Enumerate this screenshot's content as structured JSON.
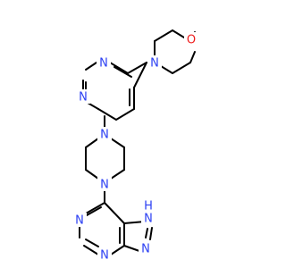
{
  "molecule": {
    "colors": {
      "bond": "#000000",
      "nitrogen": "#2b3ff3",
      "oxygen": "#ee1c1c",
      "background": "#ffffff"
    },
    "atoms": {
      "O": "O",
      "N": "N",
      "NH": "H"
    }
  }
}
